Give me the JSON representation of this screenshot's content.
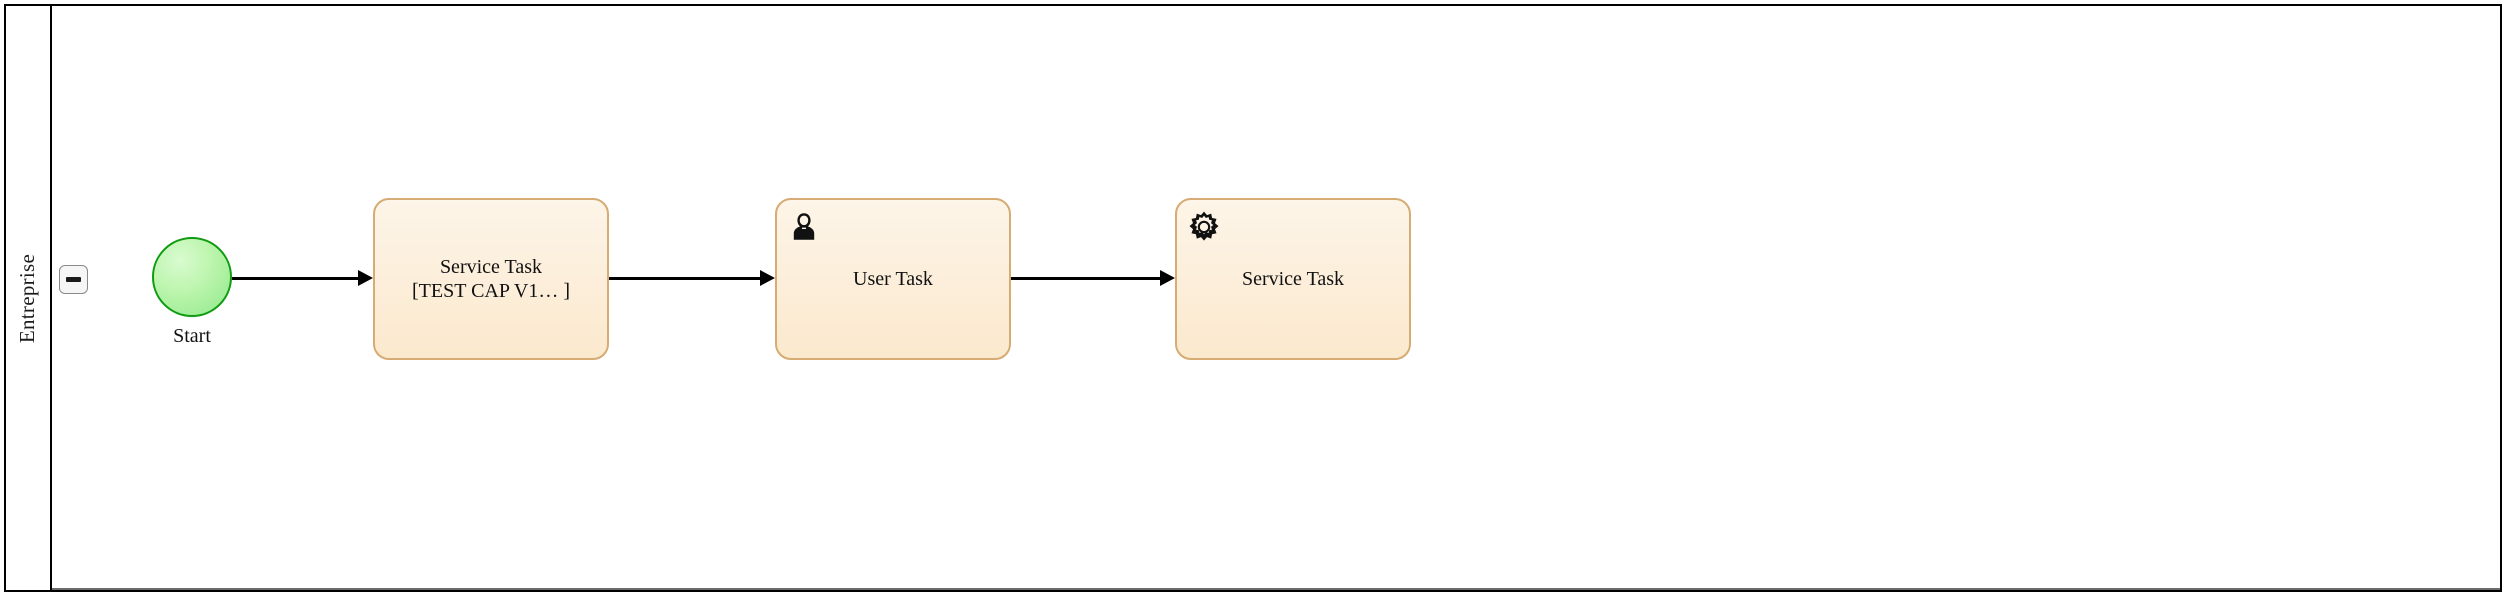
{
  "diagram": {
    "type": "bpmn-process",
    "pool": {
      "name": "Entreprise",
      "collapse_toggle_icon": "minus-icon",
      "collapse_toggle_state": "expanded"
    },
    "colors": {
      "task_fill": "#fcefdc",
      "task_border": "#d6ab74",
      "start_event_fill": "#bdf5ae",
      "start_event_border": "#0f9b10",
      "connector": "#000000",
      "pool_border": "#000000",
      "lane_border": "#6b6b6b"
    },
    "nodes": [
      {
        "id": "start",
        "kind": "start-event",
        "label": "Start"
      },
      {
        "id": "task-1",
        "kind": "service-task",
        "label": "Service Task\n[TEST CAP V1… ]",
        "icon": ""
      },
      {
        "id": "task-2",
        "kind": "user-task",
        "label": "User Task",
        "icon": "user-icon"
      },
      {
        "id": "task-3",
        "kind": "service-task",
        "label": "Service Task",
        "icon": "gear-icon"
      }
    ],
    "connectors": [
      {
        "id": "conn-1",
        "from": "start",
        "to": "task-1",
        "arrow": "sequence-flow"
      },
      {
        "id": "conn-2",
        "from": "task-1",
        "to": "task-2",
        "arrow": "sequence-flow"
      },
      {
        "id": "conn-3",
        "from": "task-2",
        "to": "task-3",
        "arrow": "sequence-flow"
      }
    ]
  }
}
